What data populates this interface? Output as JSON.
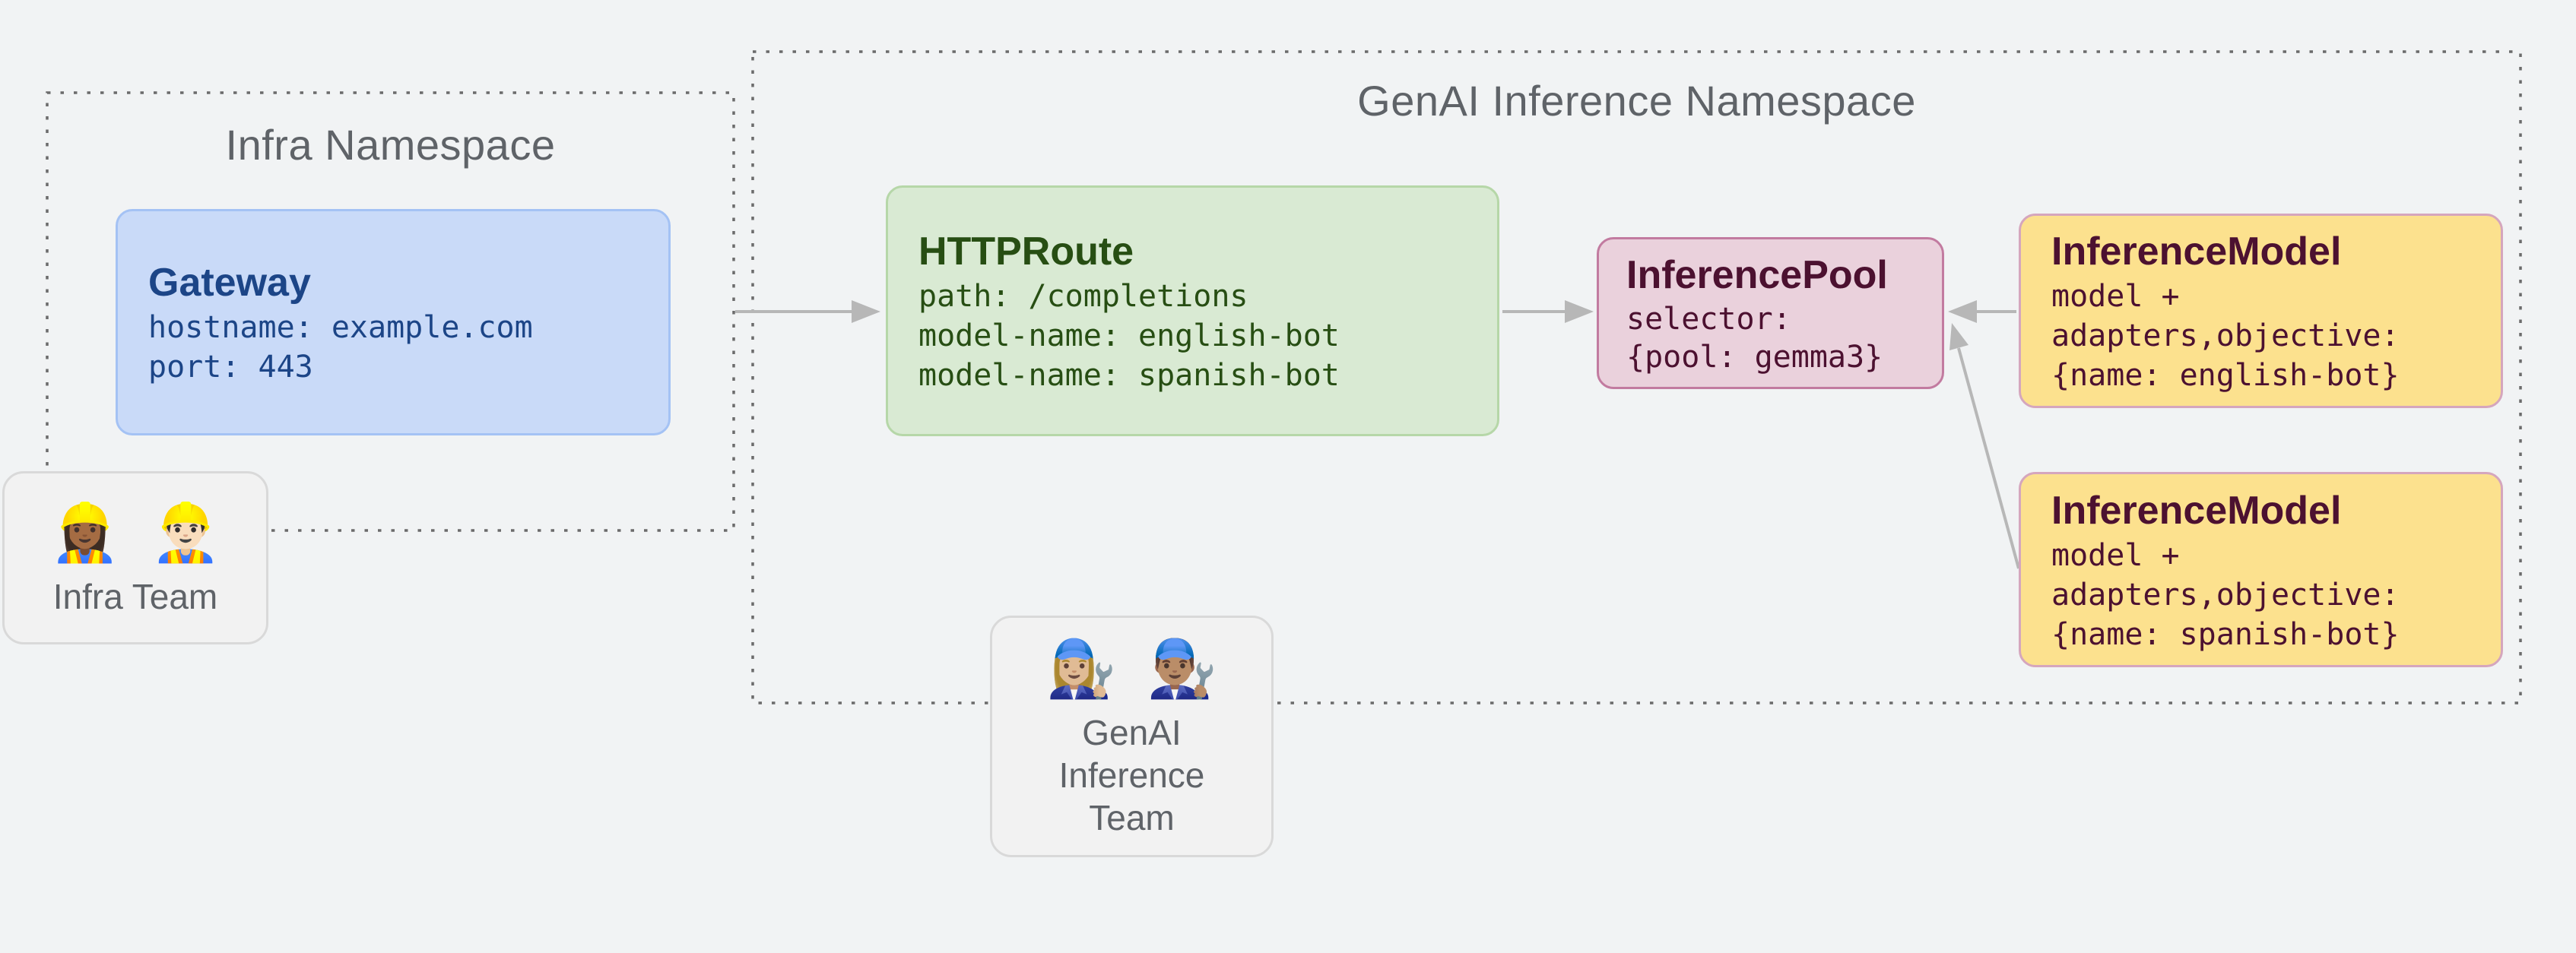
{
  "diagram": {
    "background_color": "#f1f3f4",
    "dotted_border_color": "#6b6b6b",
    "arrow_color": "#b7b7b7",
    "namespaces": {
      "infra": {
        "title": "Infra Namespace"
      },
      "genai": {
        "title": "GenAI Inference Namespace"
      }
    },
    "nodes": {
      "gateway": {
        "title": "Gateway",
        "lines": [
          "hostname: example.com",
          "port: 443"
        ],
        "fill": "#c9daf8",
        "border": "#a4c2f4",
        "text_color": "#1c4587"
      },
      "httproute": {
        "title": "HTTPRoute",
        "lines": [
          "path: /completions",
          "model-name: english-bot",
          "model-name: spanish-bot"
        ],
        "fill": "#d9ead3",
        "border": "#b6d7a8",
        "text_color": "#274e13"
      },
      "inference_pool": {
        "title": "InferencePool",
        "lines": [
          "selector:",
          "{pool: gemma3}"
        ],
        "fill": "#ead1dc",
        "border": "#c27ba0",
        "text_color": "#4c1130"
      },
      "inference_model_english": {
        "title": "InferenceModel",
        "lines": [
          "model +",
          "adapters,objective:",
          "{name: english-bot}"
        ],
        "fill": "#fce18e",
        "border": "#d5a6bd",
        "text_color": "#4c1130"
      },
      "inference_model_spanish": {
        "title": "InferenceModel",
        "lines": [
          "model +",
          "adapters,objective:",
          "{name: spanish-bot}"
        ],
        "fill": "#fce18e",
        "border": "#d5a6bd",
        "text_color": "#4c1130"
      }
    },
    "teams": {
      "infra": {
        "emojis": [
          "👷🏾‍♀️",
          "👷🏻‍♂️"
        ],
        "label": "Infra Team"
      },
      "genai": {
        "emojis": [
          "👩🏼‍🔧",
          "👨🏽‍🔧"
        ],
        "label_lines": [
          "GenAI",
          "Inference",
          "Team"
        ]
      }
    },
    "edges": [
      {
        "from": "gateway",
        "to": "httproute"
      },
      {
        "from": "httproute",
        "to": "inference_pool"
      },
      {
        "from": "inference_model_english",
        "to": "inference_pool"
      },
      {
        "from": "inference_model_spanish",
        "to": "inference_pool"
      }
    ]
  }
}
